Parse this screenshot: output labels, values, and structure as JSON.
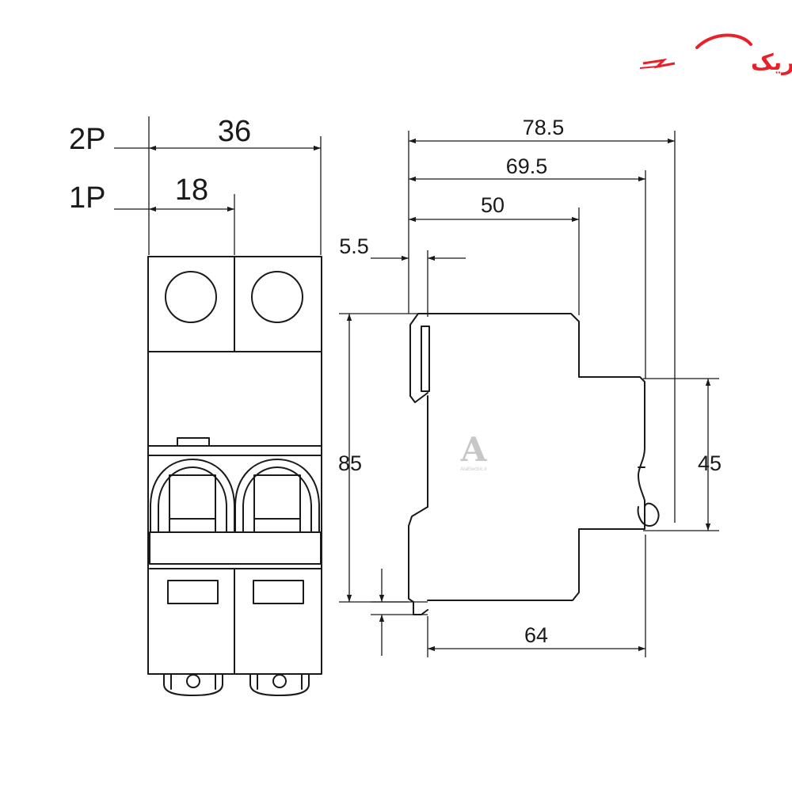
{
  "logo": {
    "text": "آتاالکتریک",
    "color": "#e8202a",
    "icon": "lightning-swoosh-icon"
  },
  "watermark": {
    "letter": "A",
    "caption": "AtaElectric.ir",
    "color": "#9a9a9a"
  },
  "front_view": {
    "pole_labels": {
      "two_pole": "2P",
      "one_pole": "1P"
    },
    "widths": {
      "two_pole": "36",
      "one_pole": "18"
    }
  },
  "side_view": {
    "dimensions": {
      "overall_depth": "78.5",
      "depth_to_rear": "69.5",
      "depth_to_shoulder": "50",
      "front_offset": "5.5",
      "height": "85",
      "front_face_height": "45",
      "rail_depth": "64"
    }
  },
  "colors": {
    "ink": "#1a1a1a",
    "accent": "#e8202a"
  }
}
